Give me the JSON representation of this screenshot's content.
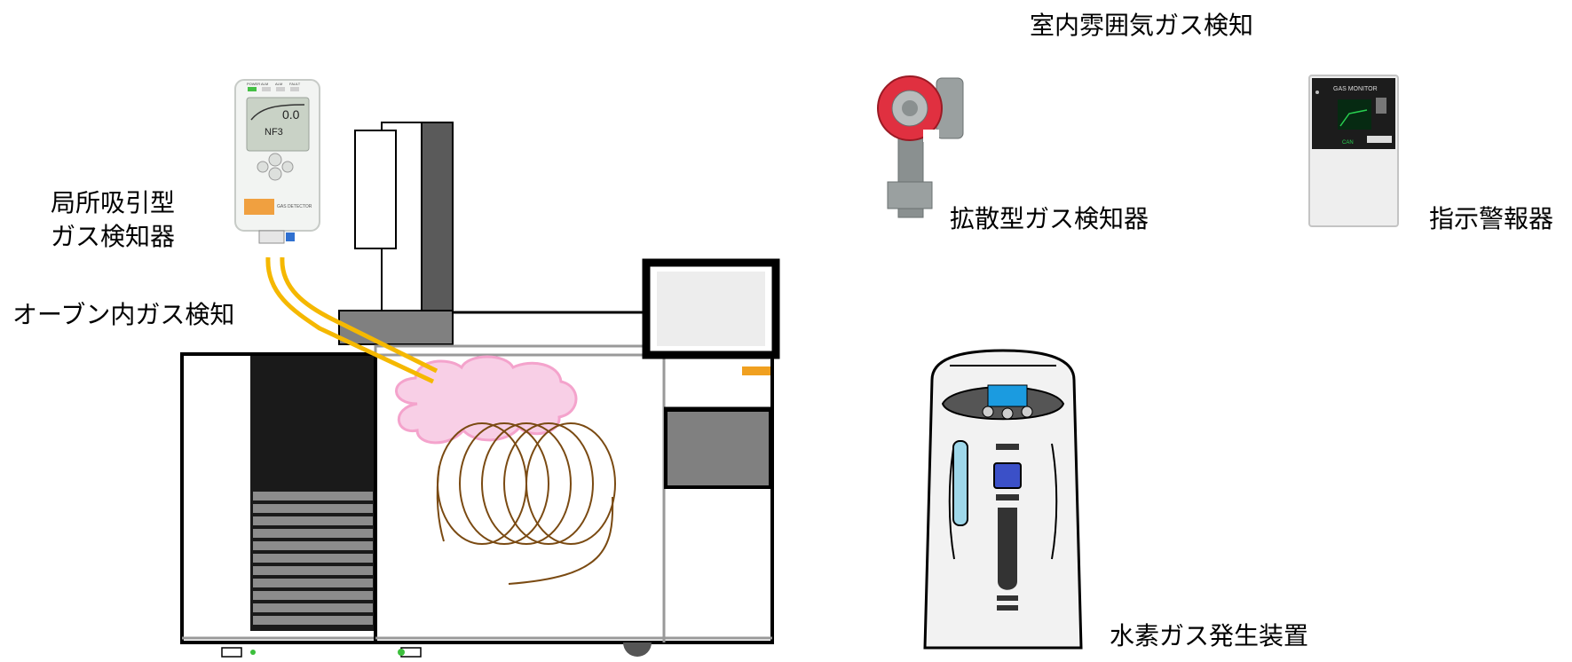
{
  "labels": {
    "local_line1": "局所吸引型",
    "local_line2": "ガス検知器",
    "oven_gas": "オーブン内ガス検知",
    "room_gas": "室内雰囲気ガス検知",
    "diffusion": "拡散型ガス検知器",
    "alarm": "指示警報器",
    "hydrogen": "水素ガス発生装置"
  },
  "device_text": {
    "portable_indicators": [
      "POWER",
      "ALM",
      "ALM",
      "FAULT"
    ],
    "portable_reading": "0.0",
    "portable_gas": "NF3",
    "portable_brand": "GAS DETECTOR",
    "monitor_title": "GAS MONITOR",
    "monitor_unit": "CAN"
  },
  "colors": {
    "tube": "#f5b800",
    "cloud": "#f8cfe6",
    "cloud_edge": "#f4a3cc",
    "coil": "#7a4a12",
    "gc_dark": "#1a1a1a",
    "gc_gray": "#808080",
    "accent_orange": "#f0a020",
    "generator_screen": "#1b9be0",
    "generator_button": "#3b50c8",
    "generator_window": "#9fd8ea",
    "detector_red": "#e03040",
    "detector_body": "#8a9090"
  }
}
